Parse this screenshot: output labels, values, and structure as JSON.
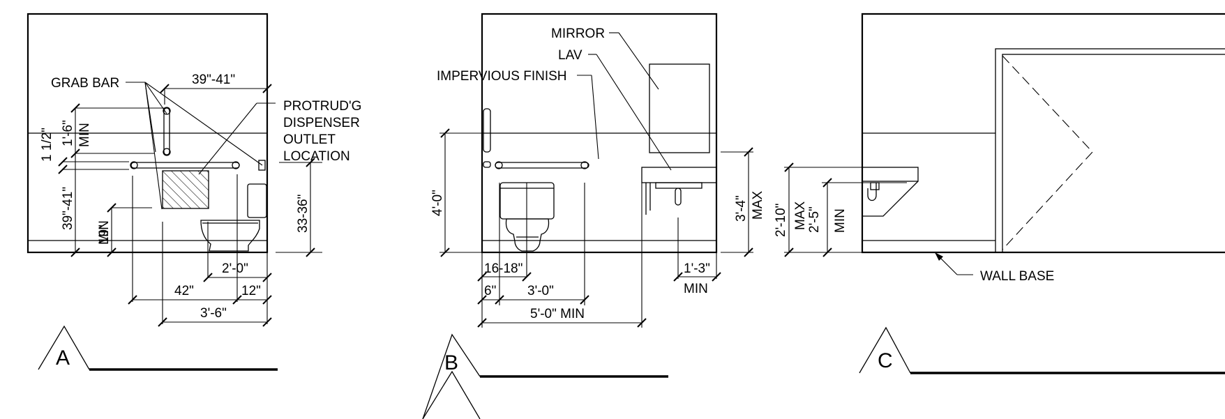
{
  "elevation_a": {
    "tag": "A",
    "labels": {
      "grab_bar": "GRAB BAR",
      "protruding_line1": "PROTRUD'G",
      "protruding_line2": "DISPENSER",
      "protruding_line3": "OUTLET",
      "protruding_line4": "LOCATION"
    },
    "dims": {
      "bar_length_top": "39\"-41\"",
      "vertical_bar_rise": "1'-6\"",
      "vertical_bar_rise_qual": "MIN",
      "bar_gap": "1 1/2\"",
      "bar_height": "39\"-41\"",
      "dispenser_height": "19\"",
      "dispenser_height_qual": "MIN",
      "rear_bar_height": "33-36\"",
      "toilet_to_wall": "2'-0\"",
      "bar_reach": "42\"",
      "bar_return": "12\"",
      "bar_overall": "3'-6\""
    }
  },
  "elevation_b": {
    "tag": "B",
    "labels": {
      "mirror": "MIRROR",
      "lav": "LAV",
      "impervious_finish": "IMPERVIOUS FINISH"
    },
    "dims": {
      "wainscot_height": "4'-0\"",
      "lav_height": "3'-4\"",
      "lav_height_qual": "MAX",
      "toilet_centerline": "16-18\"",
      "bar_offset": "6\"",
      "bar_length": "3'-0\"",
      "stall_width": "5'-0\" MIN",
      "lav_clearance": "1'-3\"",
      "lav_clearance_qual": "MIN"
    }
  },
  "elevation_c": {
    "tag": "C",
    "labels": {
      "wall_base": "WALL BASE"
    },
    "dims": {
      "lav_rim_height": "2'-10\"",
      "lav_rim_qual": "MAX",
      "knee_clearance": "2'-5\"",
      "knee_clearance_qual": "MIN"
    }
  }
}
